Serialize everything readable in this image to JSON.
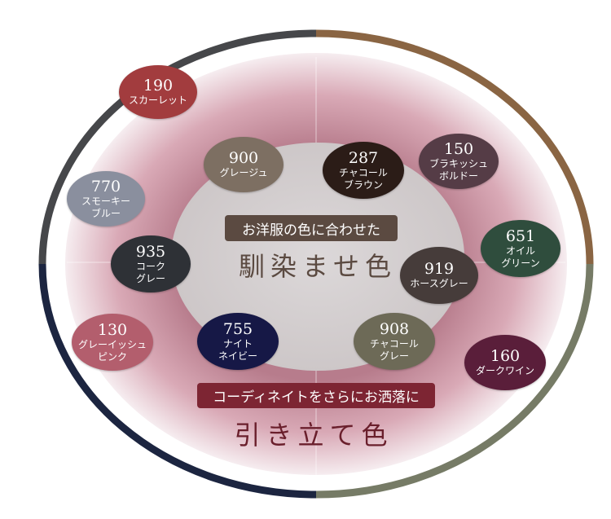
{
  "inner_group": {
    "banner": "お洋服の色に合わせた",
    "title": "馴染ませ色"
  },
  "outer_group": {
    "banner": "コーディネイトをさらにお洒落に",
    "title": "引き立て色"
  },
  "colors": {
    "ring_gray": "#46474a",
    "ring_brown": "#8a6543",
    "ring_navy": "#1c2540",
    "ring_olive": "#767b66",
    "band_pink": "#c98e9d",
    "center_gray": "#d5d0d1",
    "inner_banner_bg": "#5b4a41",
    "outer_banner_bg": "#7d2533",
    "inner_title": "#5b4a41",
    "outer_title": "#6a1f2c"
  },
  "swatches": [
    {
      "code": "190",
      "name": [
        "スカーレット"
      ],
      "color": "#a23c3e"
    },
    {
      "code": "770",
      "name": [
        "スモーキー",
        "ブルー"
      ],
      "color": "#8a8f9e"
    },
    {
      "code": "900",
      "name": [
        "グレージュ"
      ],
      "color": "#7d6f62"
    },
    {
      "code": "287",
      "name": [
        "チャコール",
        "ブラウン"
      ],
      "color": "#2b1c17"
    },
    {
      "code": "150",
      "name": [
        "ブラキッシュ",
        "ボルドー"
      ],
      "color": "#553c46"
    },
    {
      "code": "935",
      "name": [
        "コーク",
        "グレー"
      ],
      "color": "#2e3136"
    },
    {
      "code": "651",
      "name": [
        "オイル",
        "グリーン"
      ],
      "color": "#2f4d3d"
    },
    {
      "code": "919",
      "name": [
        "ホースグレー"
      ],
      "color": "#463c3a"
    },
    {
      "code": "130",
      "name": [
        "グレーイッシュ",
        "ピンク"
      ],
      "color": "#b35e6d"
    },
    {
      "code": "755",
      "name": [
        "ナイト",
        "ネイビー"
      ],
      "color": "#161846"
    },
    {
      "code": "908",
      "name": [
        "チャコール",
        "グレー"
      ],
      "color": "#6d6a57"
    },
    {
      "code": "160",
      "name": [
        "ダークワイン"
      ],
      "color": "#5a1e3a"
    }
  ]
}
